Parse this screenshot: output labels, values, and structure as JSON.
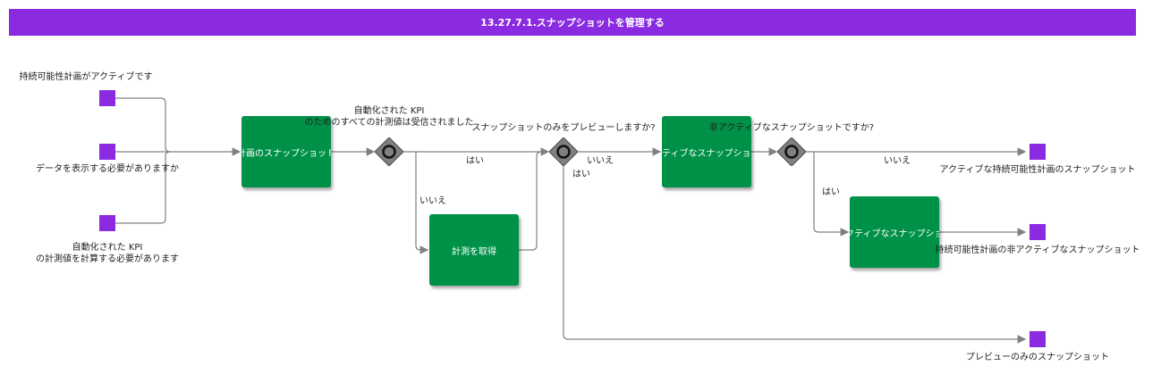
{
  "title": "13.27.7.1.スナップショットを管理する",
  "colors": {
    "header": "#8a2be2",
    "event": "#8a2be2",
    "task": "#009148",
    "gateway": "#808080",
    "connector": "#808080"
  },
  "start_events": {
    "plan_active": "持続可能性計画がアクティブです",
    "need_display": "データを表示する必要がありますか",
    "need_calc_line1": "自動化された KPI",
    "need_calc_line2": "の計測値を計算する必要があります"
  },
  "tasks": {
    "plan_snapshot": "計画のスナップショット",
    "get_measurements": "計測を取得",
    "active_snapshot": "アクティブなスナップショット",
    "inactive_snapshot": "非アクティブなスナップショット"
  },
  "gateways": {
    "all_received_line1": "自動化された KPI",
    "all_received_line2": "のためのすべての計測値は受信されました",
    "preview_only": "スナップショットのみをプレビューしますか?",
    "inactive": "非アクティブなスナップショットですか?"
  },
  "branch_labels": {
    "yes": "はい",
    "no": "いいえ"
  },
  "end_events": {
    "active_end": "アクティブな持続可能性計画のスナップショット",
    "inactive_end": "持続可能性計画の非アクティブなスナップショット",
    "preview_end": "プレビューのみのスナップショット"
  }
}
